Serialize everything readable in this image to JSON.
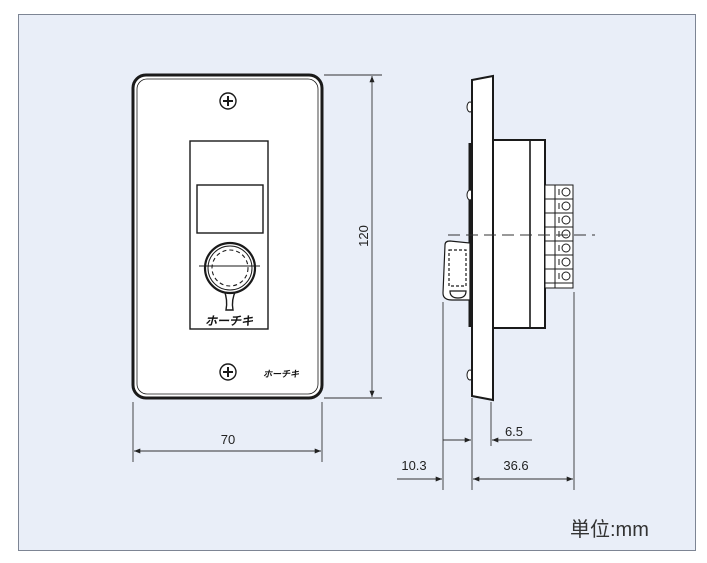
{
  "dimensions": {
    "height": "120",
    "width": "70",
    "offset_front": "6.5",
    "clip_depth": "10.3",
    "body_depth": "36.6"
  },
  "logo": "ホーチキ",
  "unit_label": "単位:mm"
}
